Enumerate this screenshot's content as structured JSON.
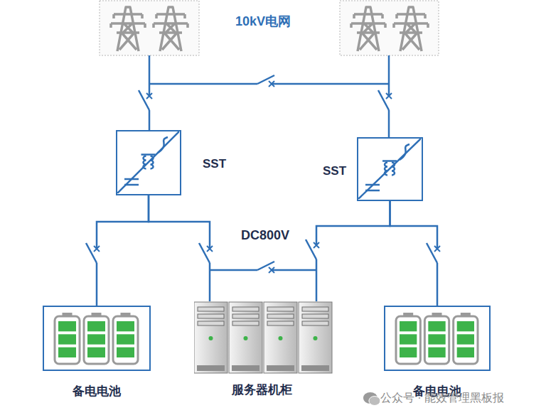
{
  "diagram": {
    "nodes": [
      {
        "text": [
          "SST"
        ]
      },
      {
        "text": [
          "SST"
        ]
      },
      {
        "text": [
          "备电电池"
        ]
      },
      {
        "text": [
          "服务器机柜"
        ]
      },
      {
        "text": [
          "备电电池"
        ]
      }
    ],
    "edges": [
      {
        "from": 0,
        "to": 2,
        "arrow": "none"
      },
      {
        "from": 0,
        "to": 3,
        "arrow": "none"
      },
      {
        "from": 1,
        "to": 3,
        "arrow": "none"
      },
      {
        "from": 1,
        "to": 4,
        "arrow": "none"
      }
    ],
    "labels": [
      "10kV电网",
      "DC800V",
      "公众号 · 能效管理黑板报"
    ]
  }
}
